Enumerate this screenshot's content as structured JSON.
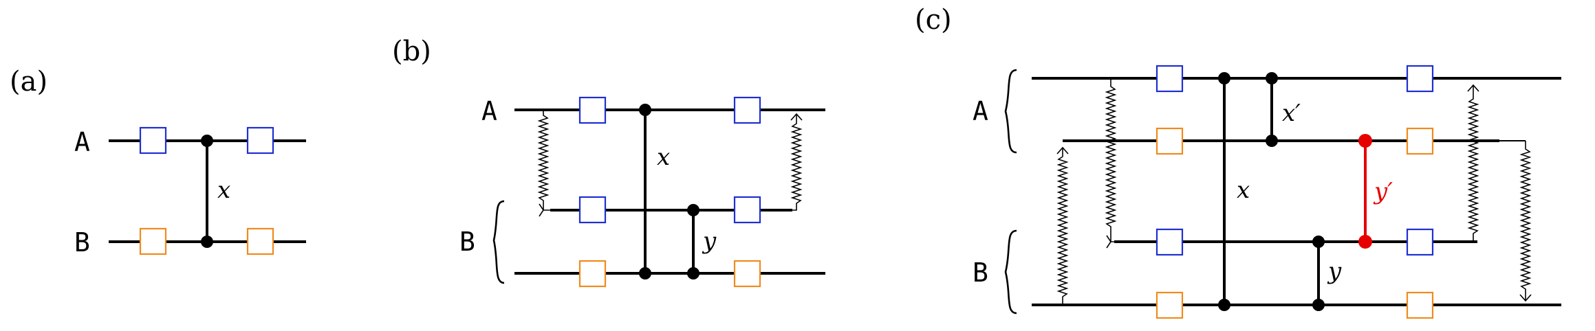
{
  "panels": {
    "a": {
      "label": "(a)",
      "registers": [
        "A",
        "B"
      ],
      "gates": [
        "x"
      ]
    },
    "b": {
      "label": "(b)",
      "registers": [
        "A",
        "B"
      ],
      "gates": [
        "x",
        "y"
      ]
    },
    "c": {
      "label": "(c)",
      "registers": [
        "A",
        "B"
      ],
      "gates": [
        "x′",
        "y′",
        "x",
        "y"
      ]
    }
  },
  "colors": {
    "wire": "#000000",
    "a_local_box": "#1f2fd0",
    "b_local_box": "#f08a1c",
    "highlight_gate": "#e60000"
  }
}
